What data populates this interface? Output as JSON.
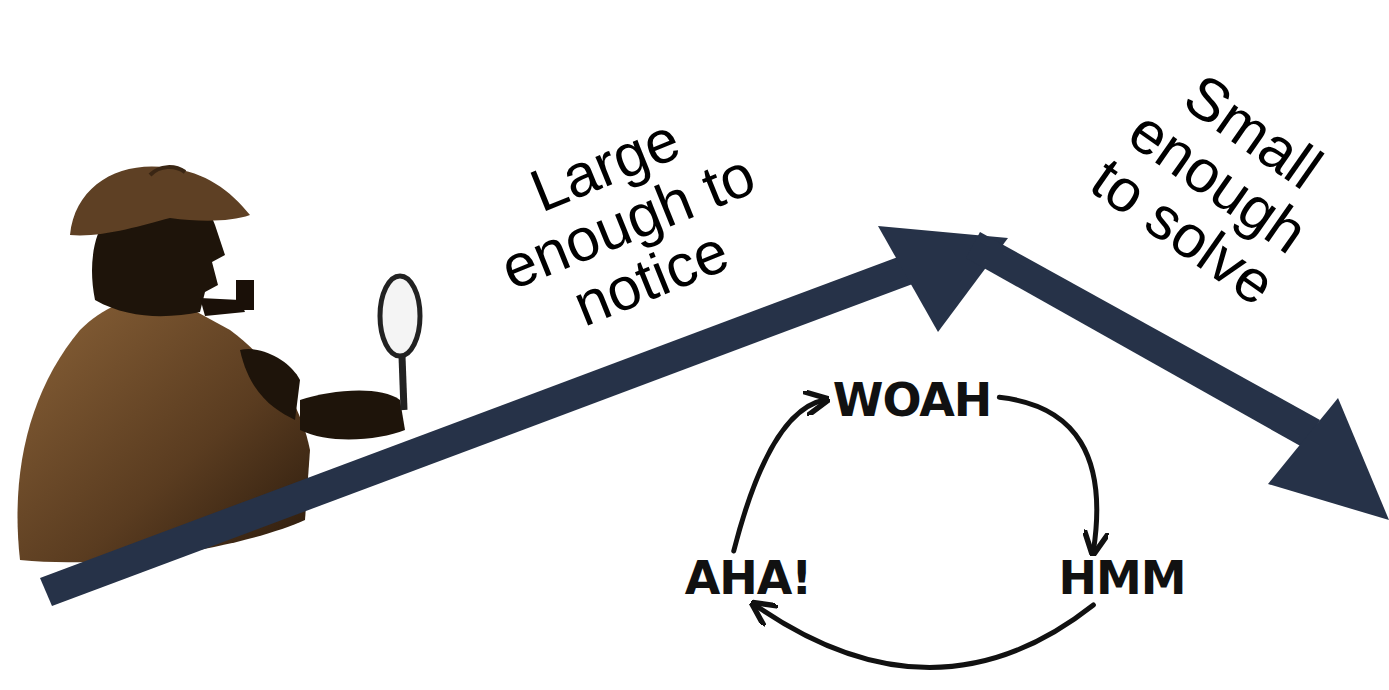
{
  "diagram": {
    "nodes": [
      {
        "text": [
          "WOAH"
        ]
      },
      {
        "text": [
          "HMM"
        ]
      },
      {
        "text": [
          "AHA!"
        ]
      }
    ],
    "edges": [
      {
        "from": 0,
        "to": 1,
        "arrow": "to"
      },
      {
        "from": 1,
        "to": 2,
        "arrow": "to"
      },
      {
        "from": 2,
        "to": 0,
        "arrow": "to"
      }
    ],
    "labels": [
      "Large enough to notice",
      "Small enough to solve"
    ]
  }
}
